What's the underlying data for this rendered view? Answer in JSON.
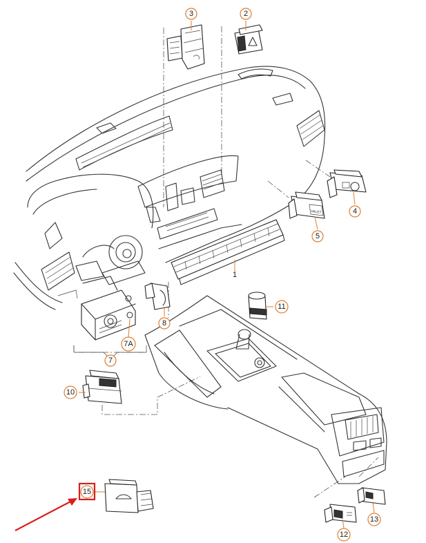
{
  "callouts": [
    {
      "id": "3",
      "label": "3"
    },
    {
      "id": "2",
      "label": "2"
    },
    {
      "id": "4",
      "label": "4"
    },
    {
      "id": "5",
      "label": "5"
    },
    {
      "id": "1",
      "label": "1"
    },
    {
      "id": "11",
      "label": "11"
    },
    {
      "id": "8",
      "label": "8"
    },
    {
      "id": "7A",
      "label": "7A"
    },
    {
      "id": "7",
      "label": "7"
    },
    {
      "id": "10",
      "label": "10"
    },
    {
      "id": "15",
      "label": "15"
    },
    {
      "id": "12",
      "label": "12"
    },
    {
      "id": "13",
      "label": "13"
    }
  ],
  "part_text": {
    "valet_button": "VALET"
  },
  "highlight": {
    "callout": "15",
    "color": "#d81e1e"
  },
  "colors": {
    "callout_ring": "#e07b2a",
    "line": "#333333",
    "highlight": "#d81e1e"
  }
}
